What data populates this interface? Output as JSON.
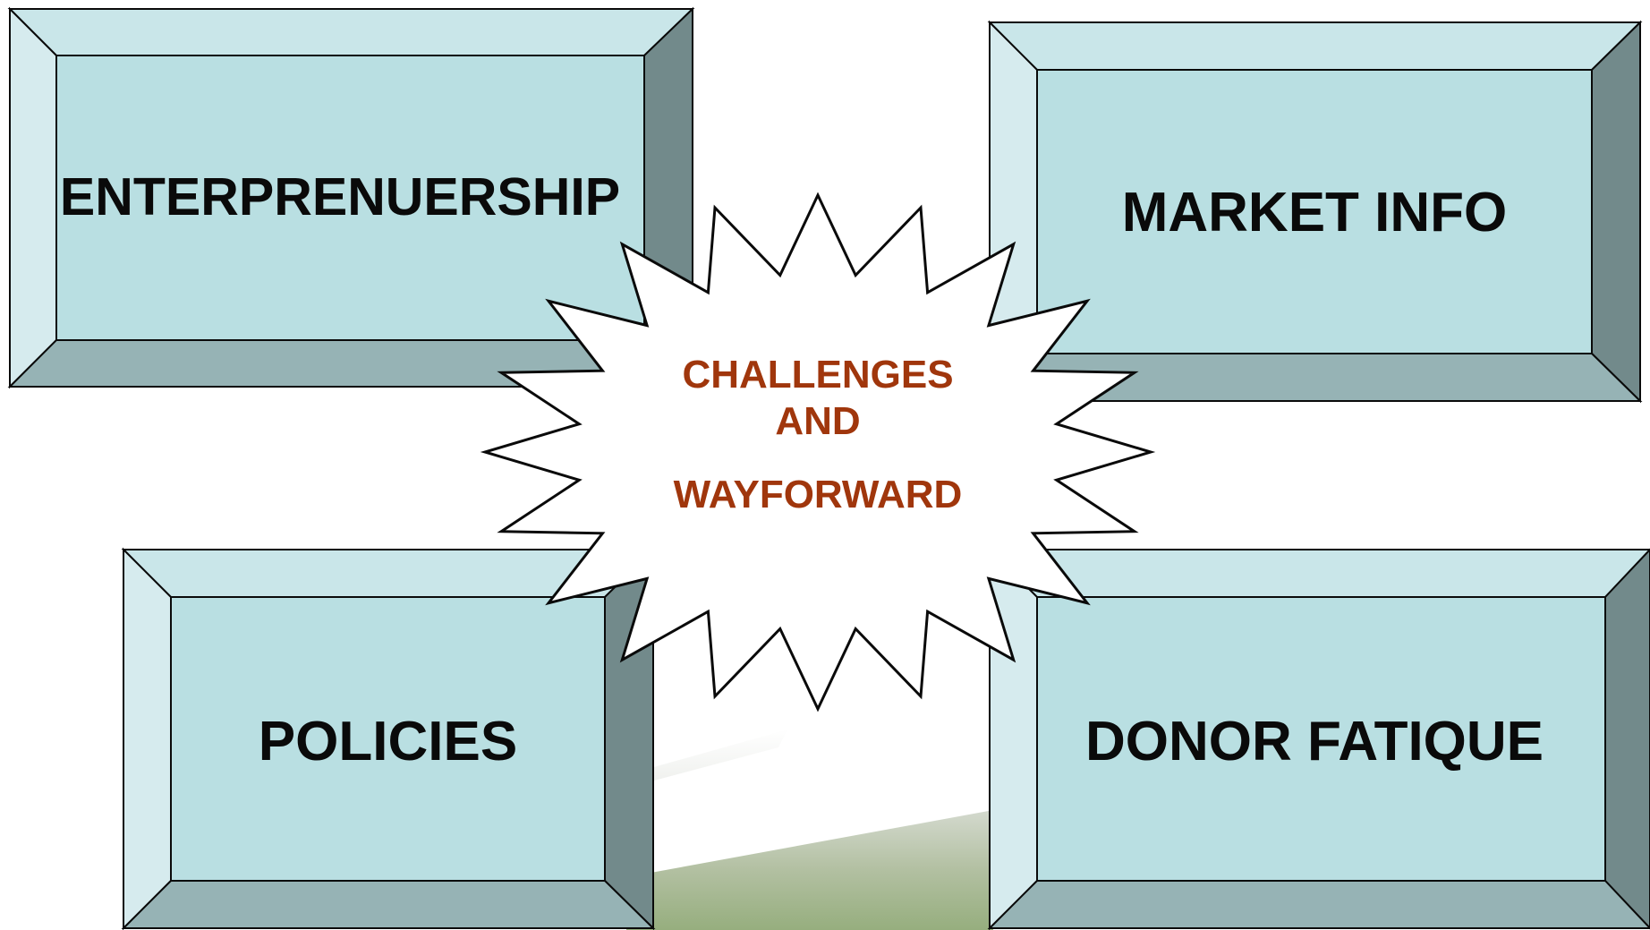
{
  "boxes": {
    "enterprenuership": "ENTERPRENUERSHIP",
    "market_info": "MARKET INFO",
    "policies": "POLICIES",
    "donor_fatique": "DONOR FATIQUE"
  },
  "center_burst": {
    "line1": "CHALLENGES",
    "line2": "AND",
    "line3": "WAYFORWARD"
  },
  "colors": {
    "box_face": "#b9dfe2",
    "box_bevel_top": "#c9e6e9",
    "box_bevel_left": "#d6ebee",
    "box_bevel_right": "#728a8b",
    "box_bevel_bottom": "#96b3b5",
    "burst_fill": "#ffffff",
    "burst_text": "#a0360c",
    "box_text": "#0a0a0a"
  }
}
